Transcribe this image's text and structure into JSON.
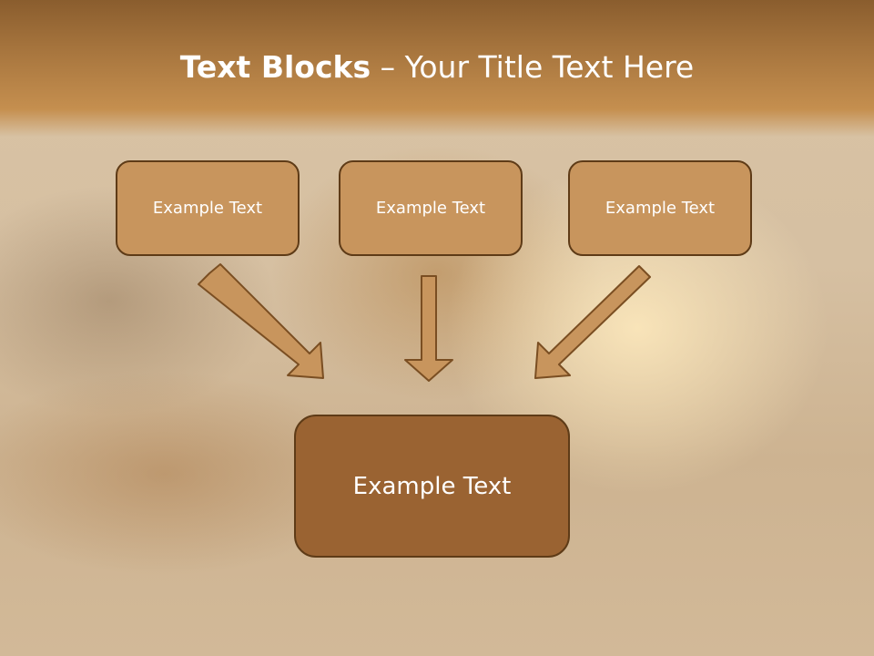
{
  "slide": {
    "title_strong": "Text Blocks",
    "title_rest": " – Your Title Text Here"
  },
  "blocks": [
    {
      "label": "Example Text"
    },
    {
      "label": "Example Text"
    },
    {
      "label": "Example Text"
    }
  ],
  "target": {
    "label": "Example Text"
  },
  "colors": {
    "box_fill": "#c8955d",
    "main_fill": "#9a6332",
    "border": "#5e3b17",
    "arrow_fill": "#c8955d"
  }
}
